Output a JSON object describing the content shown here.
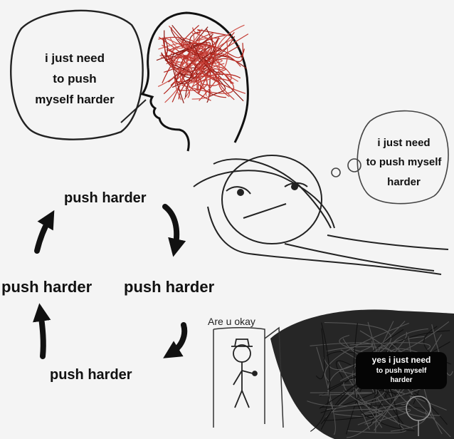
{
  "panel1": {
    "thought_lines": [
      "i just need",
      "to push",
      "myself harder"
    ],
    "brain_colors": [
      "#b3261e",
      "#c23a32",
      "#8e1b15",
      "#d0554d"
    ]
  },
  "panel2": {
    "thought_lines": [
      "i just need",
      "to push myself",
      "harder"
    ]
  },
  "cycle": {
    "top": "push harder",
    "left": "push harder",
    "right": "push harder",
    "bottom": "push harder"
  },
  "panel3": {
    "question": "Are u okay",
    "answer_lines": [
      "yes i just need",
      "to push myself",
      "harder"
    ]
  }
}
